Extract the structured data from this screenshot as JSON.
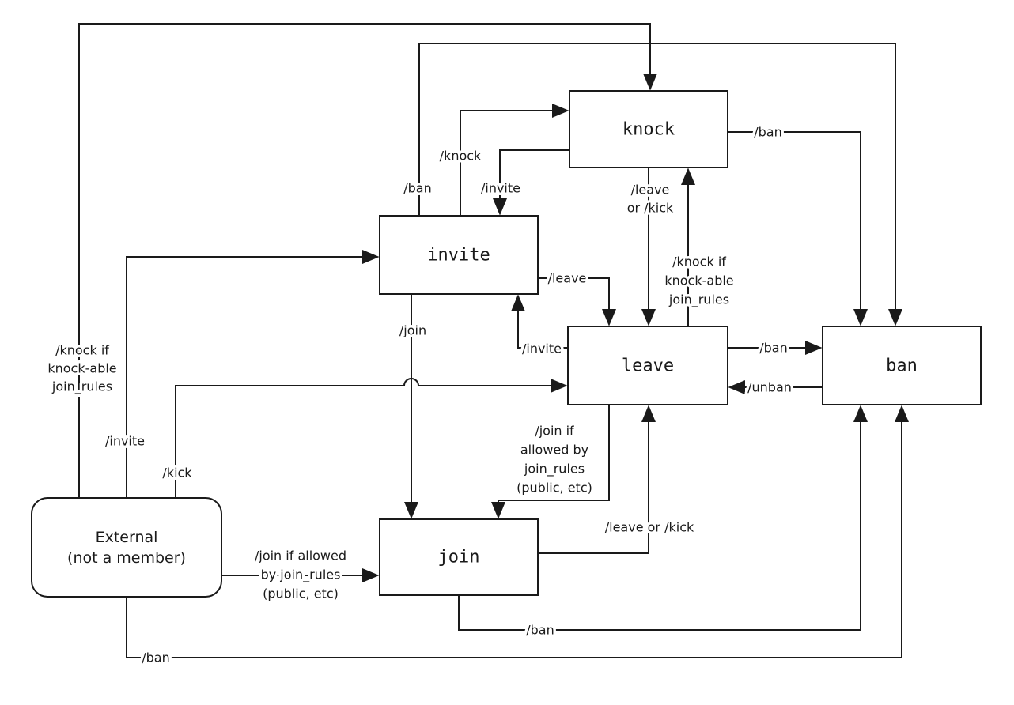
{
  "diagram": {
    "colors": {
      "line": "#1a1a1a",
      "background": "#ffffff",
      "text": "#1a1a1a"
    },
    "nodes": {
      "knock": {
        "label": "knock"
      },
      "invite": {
        "label": "invite"
      },
      "leave": {
        "label": "leave"
      },
      "ban": {
        "label": "ban"
      },
      "join": {
        "label": "join"
      },
      "external": {
        "lines": [
          "External",
          "(not a member)"
        ]
      }
    },
    "edges": {
      "external_to_knock": {
        "lines": [
          "/knock if",
          "knock-able",
          "join_rules"
        ]
      },
      "external_to_invite": {
        "label": "/invite"
      },
      "external_to_leave": {
        "label": "/kick"
      },
      "external_to_join": {
        "lines": [
          "/join if allowed",
          "by join_rules",
          "(public, etc)"
        ]
      },
      "external_to_ban": {
        "label": "/ban"
      },
      "invite_to_knock": {
        "label": "/knock"
      },
      "knock_to_invite": {
        "label": "/invite"
      },
      "invite_to_ban": {
        "label": "/ban"
      },
      "knock_to_leave": {
        "lines": [
          "/leave",
          "or /kick"
        ]
      },
      "leave_to_knock": {
        "lines": [
          "/knock if",
          "knock-able",
          "join_rules"
        ]
      },
      "knock_to_ban": {
        "label": "/ban"
      },
      "invite_to_leave": {
        "label": "/leave"
      },
      "leave_to_invite": {
        "label": "/invite"
      },
      "invite_to_join": {
        "label": "/join"
      },
      "leave_to_join": {
        "lines": [
          "/join if",
          "allowed by",
          "join_rules",
          "(public, etc)"
        ]
      },
      "join_to_leave": {
        "label": "/leave or /kick"
      },
      "leave_to_ban": {
        "label": "/ban"
      },
      "ban_to_leave": {
        "label": "/unban"
      },
      "join_to_ban": {
        "label": "/ban"
      }
    }
  }
}
